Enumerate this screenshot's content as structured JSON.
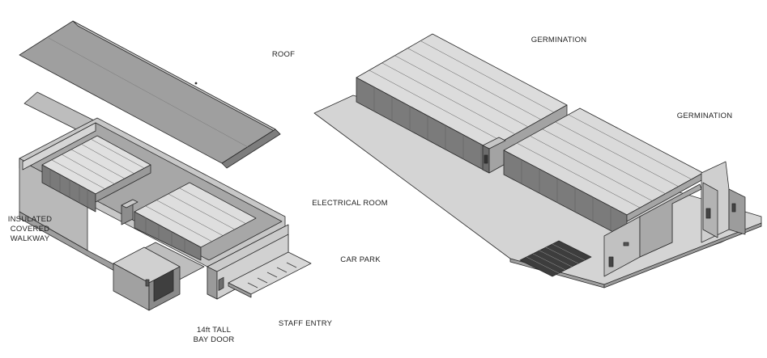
{
  "labels": {
    "roof": "ROOF",
    "germination_1": "GERMINATION",
    "germination_2": "GERMINATION",
    "electrical_room": "ELECTRICAL ROOM",
    "walkway": "INSULATED\nCOVERED\nWALKWAY",
    "car_park": "CAR PARK",
    "staff_entry": "STAFF ENTRY",
    "bay_door": "14ft TALL\nBAY DOOR"
  },
  "colors": {
    "line": "#2a2a2a",
    "wall_light": "#cfcfcf",
    "wall_mid": "#b4b4b4",
    "wall_dark": "#8e8e8e",
    "roof": "#a9a9a9",
    "ground": "#d6d6d6",
    "module_top": "#e2e2e2",
    "module_side": "#7c7c7c",
    "grate": "#3a3a3a"
  }
}
